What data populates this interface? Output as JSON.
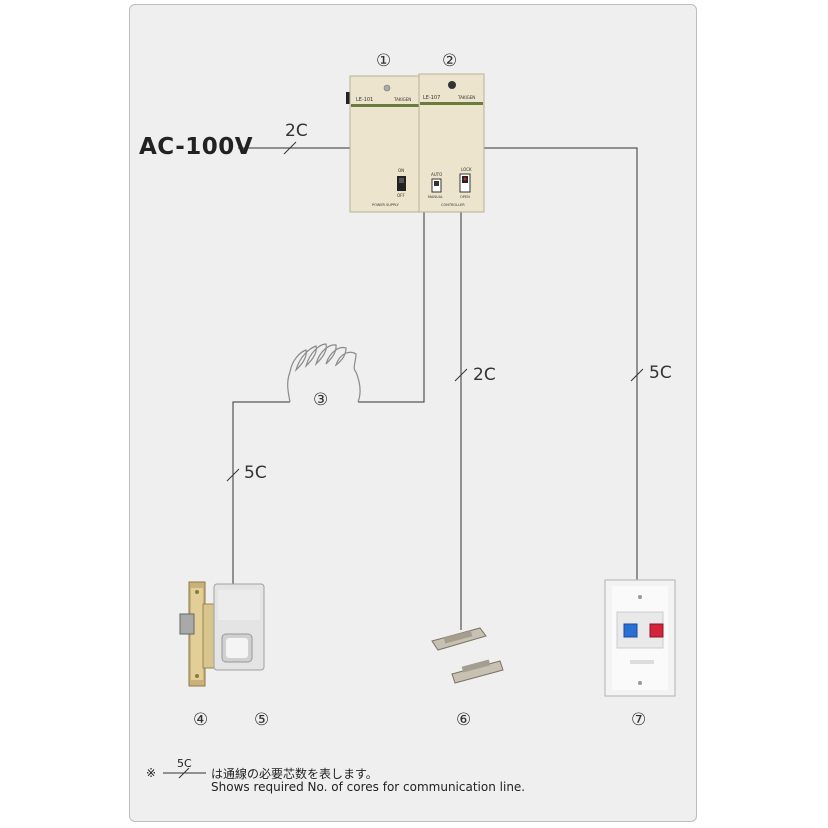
{
  "supply_label": "AC-100V",
  "cores": {
    "ac_line": "2C",
    "handset_line": "5C",
    "sensor_line": "2C",
    "switch_line": "5C"
  },
  "item_numbers": [
    "①",
    "②",
    "③",
    "④",
    "⑤",
    "⑥",
    "⑦"
  ],
  "panel_text": {
    "unit1_model": "LE-101",
    "unit2_model": "LE-107",
    "brand": "TAKIGEN",
    "switch_on": "ON",
    "switch_off": "OFF",
    "power_supply": "POWER SUPPLY",
    "auto": "AUTO",
    "manual": "MANUAL",
    "lock": "LOCK",
    "open": "OPEN",
    "controller": "CONTROLLER"
  },
  "note": {
    "mark": "※",
    "sample_cores": "5C",
    "japanese": "は通線の必要芯数を表します。",
    "english": "Shows required No. of cores for communication line."
  },
  "colors": {
    "panel_bg": "#efefef",
    "device_cream": "#ece4cc",
    "wire": "#333333",
    "stripe": "#6b7a3d",
    "button_blue": "#2a6fd6",
    "button_red": "#d2243a"
  }
}
